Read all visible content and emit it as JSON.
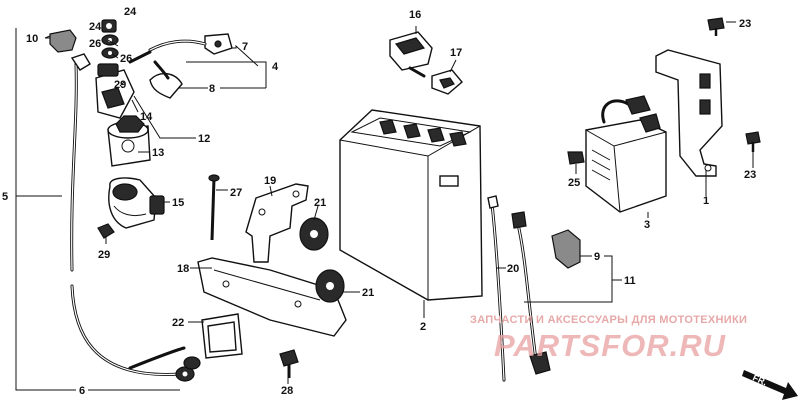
{
  "callouts": {
    "c1": "1",
    "c2": "2",
    "c3": "3",
    "c4": "4",
    "c5": "5",
    "c6": "6",
    "c7": "7",
    "c8": "8",
    "c9": "9",
    "c10": "10",
    "c11": "11",
    "c12": "12",
    "c13": "13",
    "c14": "14",
    "c15": "15",
    "c16": "16",
    "c17": "17",
    "c18": "18",
    "c19": "19",
    "c20": "20",
    "c21a": "21",
    "c21b": "21",
    "c22": "22",
    "c23a": "23",
    "c23b": "23",
    "c24": "24",
    "c25": "25",
    "c26a": "26",
    "c26b": "26",
    "c27": "27",
    "c28": "28",
    "c29a": "29",
    "c29b": "29"
  },
  "watermark": {
    "caption": "ЗАПЧАСТИ И АКСЕССУАРЫ ДЛЯ МОТОТЕХНИКИ",
    "logo": "PARTSFOR.RU",
    "color": "#e7a8a8"
  },
  "direction_mark": {
    "label": "FR.",
    "icon": "forward-arrow-icon"
  }
}
